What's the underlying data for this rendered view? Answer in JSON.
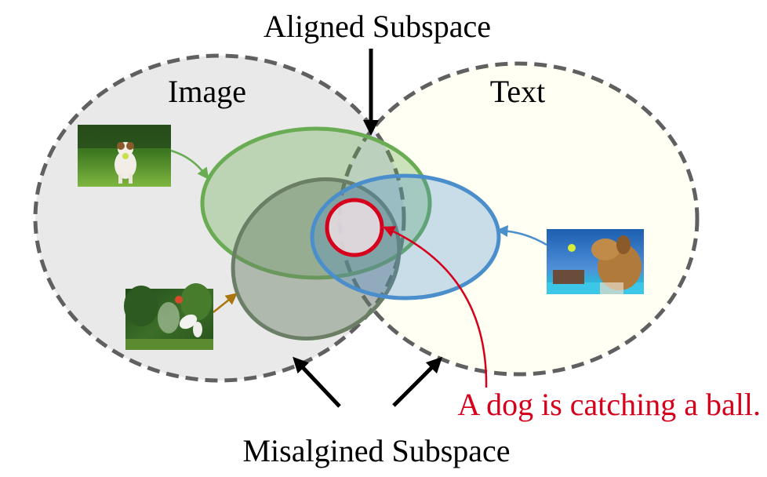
{
  "labels": {
    "aligned": "Aligned Subspace",
    "image": "Image",
    "text": "Text",
    "misaligned": "Misalgined Subspace",
    "caption": "A dog is catching a ball."
  },
  "photos": [
    {
      "name": "photo-dog-running-grass"
    },
    {
      "name": "photo-dog-jumping-trees"
    },
    {
      "name": "photo-dog-catching-ball-pool"
    }
  ],
  "colors": {
    "image_region": "#e9e9e9",
    "text_region": "#fffff3",
    "overlap_region": "#e9e5f6",
    "dashed_border": "#606060",
    "green_ellipse": "#6aac54",
    "dark_green_ellipse": "#6b7f66",
    "blue_ellipse": "#4a8fcc",
    "red_circle": "#d6001c",
    "arrow_brown": "#a9760e"
  }
}
